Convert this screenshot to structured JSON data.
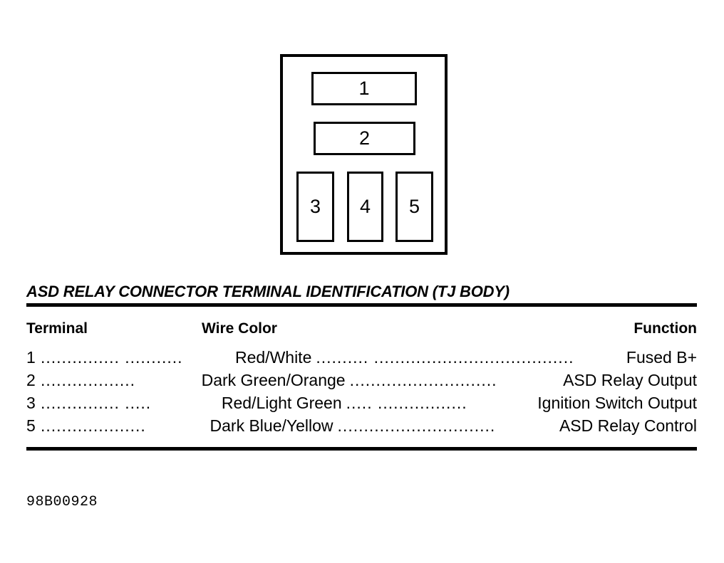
{
  "diagram": {
    "name": "asd-relay-connector",
    "terminals": [
      {
        "number": "1",
        "shape": "wide"
      },
      {
        "number": "2",
        "shape": "wide"
      },
      {
        "number": "3",
        "shape": "narrow"
      },
      {
        "number": "4",
        "shape": "narrow"
      },
      {
        "number": "5",
        "shape": "narrow"
      }
    ]
  },
  "table": {
    "title": "ASD RELAY CONNECTOR TERMINAL IDENTIFICATION (TJ BODY)",
    "headers": {
      "terminal": "Terminal",
      "wire_color": "Wire Color",
      "function": "Function"
    },
    "rows": [
      {
        "terminal": "1",
        "leader_left": "............... ...........",
        "wire_color": "Red/White",
        "leader_right": ".......... ......................................",
        "function": "Fused B+"
      },
      {
        "terminal": "2",
        "leader_left": "..................",
        "wire_color": "Dark Green/Orange",
        "leader_right": "............................",
        "function": "ASD Relay Output"
      },
      {
        "terminal": "3",
        "leader_left": "............... .....",
        "wire_color": "Red/Light Green",
        "leader_right": "..... .................",
        "function": "Ignition Switch Output"
      },
      {
        "terminal": "5",
        "leader_left": "....................",
        "wire_color": "Dark Blue/Yellow",
        "leader_right": "..............................",
        "function": "ASD Relay Control"
      }
    ]
  },
  "footer": {
    "figure_code": "98B00928"
  }
}
